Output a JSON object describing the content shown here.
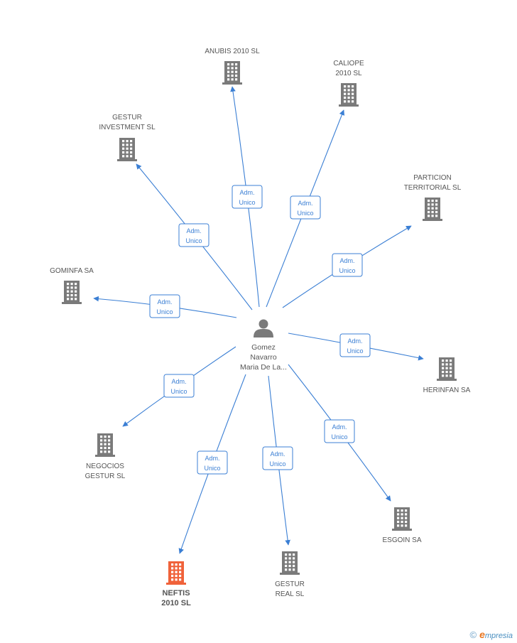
{
  "colors": {
    "edge": "#3b7fd4",
    "building": "#7a7a7a",
    "building_highlight": "#f0623a",
    "person": "#7a7a7a"
  },
  "center": {
    "name_lines": [
      "Gomez",
      "Navarro",
      "Maria De La..."
    ],
    "icon": "person-icon"
  },
  "nodes": [
    {
      "id": "anubis",
      "lines": [
        "ANUBIS 2010 SL"
      ],
      "icon": "building-icon",
      "role_lines": [
        "Adm.",
        "Unico"
      ],
      "highlight": false
    },
    {
      "id": "caliope",
      "lines": [
        "CALIOPE",
        "2010 SL"
      ],
      "icon": "building-icon",
      "role_lines": [
        "Adm.",
        "Unico"
      ],
      "highlight": false
    },
    {
      "id": "gestur-investment",
      "lines": [
        "GESTUR",
        "INVESTMENT SL"
      ],
      "icon": "building-icon",
      "role_lines": [
        "Adm.",
        "Unico"
      ],
      "highlight": false
    },
    {
      "id": "particion",
      "lines": [
        "PARTICION",
        "TERRITORIAL  SL"
      ],
      "icon": "building-icon",
      "role_lines": [
        "Adm.",
        "Unico"
      ],
      "highlight": false
    },
    {
      "id": "gominfa",
      "lines": [
        "GOMINFA SA"
      ],
      "icon": "building-icon",
      "role_lines": [
        "Adm.",
        "Unico"
      ],
      "highlight": false
    },
    {
      "id": "herinfan",
      "lines": [
        "HERINFAN SA"
      ],
      "icon": "building-icon",
      "role_lines": [
        "Adm.",
        "Unico"
      ],
      "highlight": false
    },
    {
      "id": "negocios-gestur",
      "lines": [
        "NEGOCIOS",
        "GESTUR SL"
      ],
      "icon": "building-icon",
      "role_lines": [
        "Adm.",
        "Unico"
      ],
      "highlight": false
    },
    {
      "id": "esgoin",
      "lines": [
        "ESGOIN SA"
      ],
      "icon": "building-icon",
      "role_lines": [
        "Adm.",
        "Unico"
      ],
      "highlight": false
    },
    {
      "id": "neftis",
      "lines": [
        "NEFTIS",
        "2010 SL"
      ],
      "icon": "building-icon",
      "role_lines": [
        "Adm.",
        "Unico"
      ],
      "highlight": true
    },
    {
      "id": "gestur-real",
      "lines": [
        "GESTUR",
        "REAL SL"
      ],
      "icon": "building-icon",
      "role_lines": [
        "Adm.",
        "Unico"
      ],
      "highlight": false
    }
  ],
  "brand": {
    "copyright_symbol": "©",
    "initial": "e",
    "rest": "mpresia"
  }
}
